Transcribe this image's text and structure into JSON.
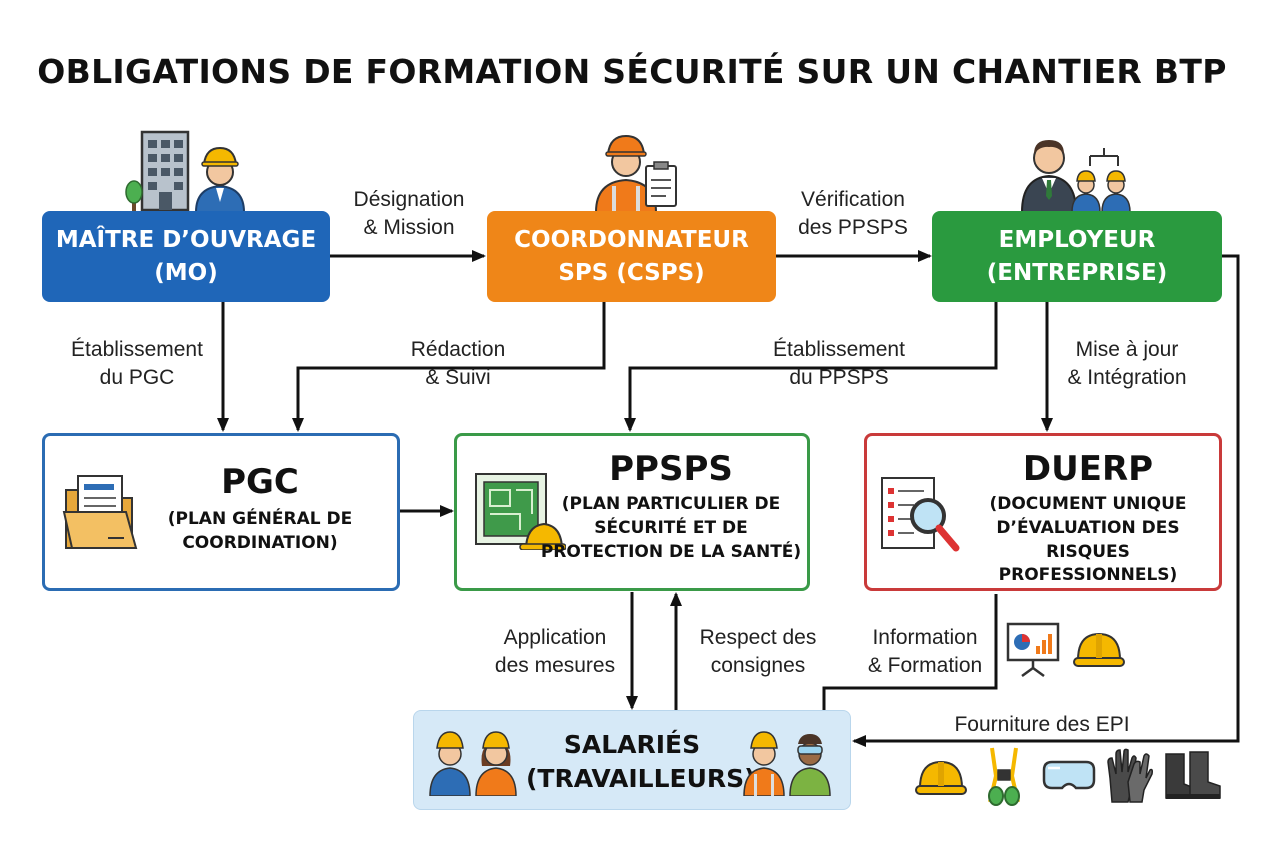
{
  "title": "OBLIGATIONS DE FORMATION SÉCURITÉ SUR UN CHANTIER BTP",
  "colors": {
    "mo": "#1f66b8",
    "csps": "#ef8618",
    "employeur": "#2a9a3f",
    "pgc_border": "#2b6cb3",
    "ppsps_border": "#3a9a48",
    "duerp_border": "#c93a3a",
    "salaries_bg": "#d6e9f7",
    "arrow": "#111111"
  },
  "actors": {
    "mo": {
      "line1": "MAÎTRE D’OUVRAGE",
      "line2": "(MO)"
    },
    "csps": {
      "line1": "COORDONNATEUR",
      "line2": "SPS (CSPS)"
    },
    "employeur": {
      "line1": "EMPLOYEUR",
      "line2": "(ENTREPRISE)"
    }
  },
  "documents": {
    "pgc": {
      "name": "PGC",
      "line1": "(PLAN GÉNÉRAL DE",
      "line2": "COORDINATION)"
    },
    "ppsps": {
      "name": "PPSPS",
      "line1": "(PLAN PARTICULIER DE",
      "line2": "SÉCURITÉ ET DE",
      "line3": "PROTECTION DE LA SANTÉ)"
    },
    "duerp": {
      "name": "DUERP",
      "line1": "(DOCUMENT UNIQUE",
      "line2": "D’ÉVALUATION DES RISQUES",
      "line3": "PROFESSIONNELS)"
    }
  },
  "salaries": {
    "line1": "SALARIÉS",
    "line2": "(TRAVAILLEURS)"
  },
  "arrow_labels": {
    "designation": {
      "line1": "Désignation",
      "line2": "& Mission"
    },
    "verification": {
      "line1": "Vérification",
      "line2": "des PPSPS"
    },
    "etablissement_pgc": {
      "line1": "Établissement",
      "line2": "du PGC"
    },
    "redaction": {
      "line1": "Rédaction",
      "line2": "& Suivi"
    },
    "etablissement_ppsps": {
      "line1": "Établissement",
      "line2": "du PPSPS"
    },
    "mise_a_jour": {
      "line1": "Mise à jour",
      "line2": "& Intégration"
    },
    "application": {
      "line1": "Application",
      "line2": "des mesures"
    },
    "respect": {
      "line1": "Respect des",
      "line2": "consignes"
    },
    "information": {
      "line1": "Information",
      "line2": "& Formation"
    },
    "fourniture": {
      "line1": "Fourniture des EPI"
    }
  },
  "icons": {
    "mo": [
      "building-icon",
      "tree-icon",
      "worker-hardhat-icon"
    ],
    "csps": [
      "worker-clipboard-icon"
    ],
    "employeur": [
      "manager-icon",
      "org-chart-icon",
      "workers-team-icon"
    ],
    "pgc": "folder-document-icon",
    "ppsps": "blueprint-hardhat-icon",
    "duerp": "magnifier-document-icon",
    "training": [
      "presentation-board-icon",
      "hardhat-icon"
    ],
    "epi": [
      "hardhat-icon",
      "safety-harness-icon",
      "safety-goggles-icon",
      "work-gloves-icon",
      "safety-boots-icon"
    ],
    "salaries": [
      "worker-man-icon",
      "worker-woman-icon",
      "worker-vest-icon",
      "worker-goggles-icon"
    ]
  }
}
